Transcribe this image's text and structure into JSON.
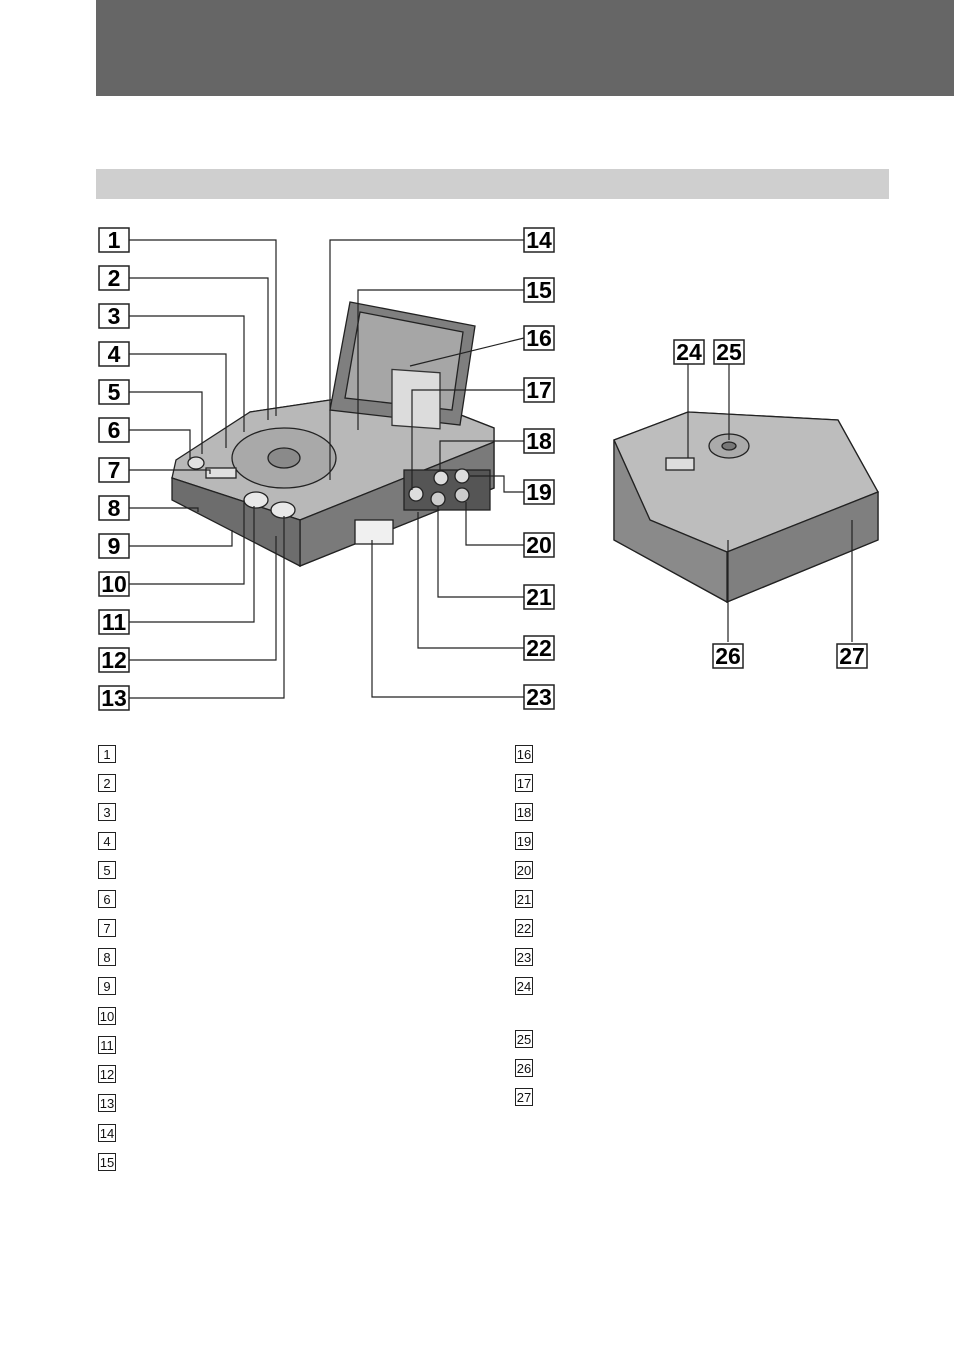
{
  "page": {
    "header_band_color": "#666666",
    "section_bar_color": "#cfcfcf"
  },
  "callouts_left": [
    "1",
    "2",
    "3",
    "4",
    "5",
    "6",
    "7",
    "8",
    "9",
    "10",
    "11",
    "12",
    "13"
  ],
  "callouts_right": [
    "14",
    "15",
    "16",
    "17",
    "18",
    "19",
    "20",
    "21",
    "22",
    "23"
  ],
  "callouts_second_view": [
    "24",
    "25",
    "26",
    "27"
  ],
  "index_col1": [
    "1",
    "2",
    "3",
    "4",
    "5",
    "6",
    "7",
    "8",
    "9",
    "10",
    "11",
    "12",
    "13",
    "14",
    "15"
  ],
  "index_col2": [
    "16",
    "17",
    "18",
    "19",
    "20",
    "21",
    "22",
    "23",
    "24",
    "25",
    "26",
    "27"
  ]
}
